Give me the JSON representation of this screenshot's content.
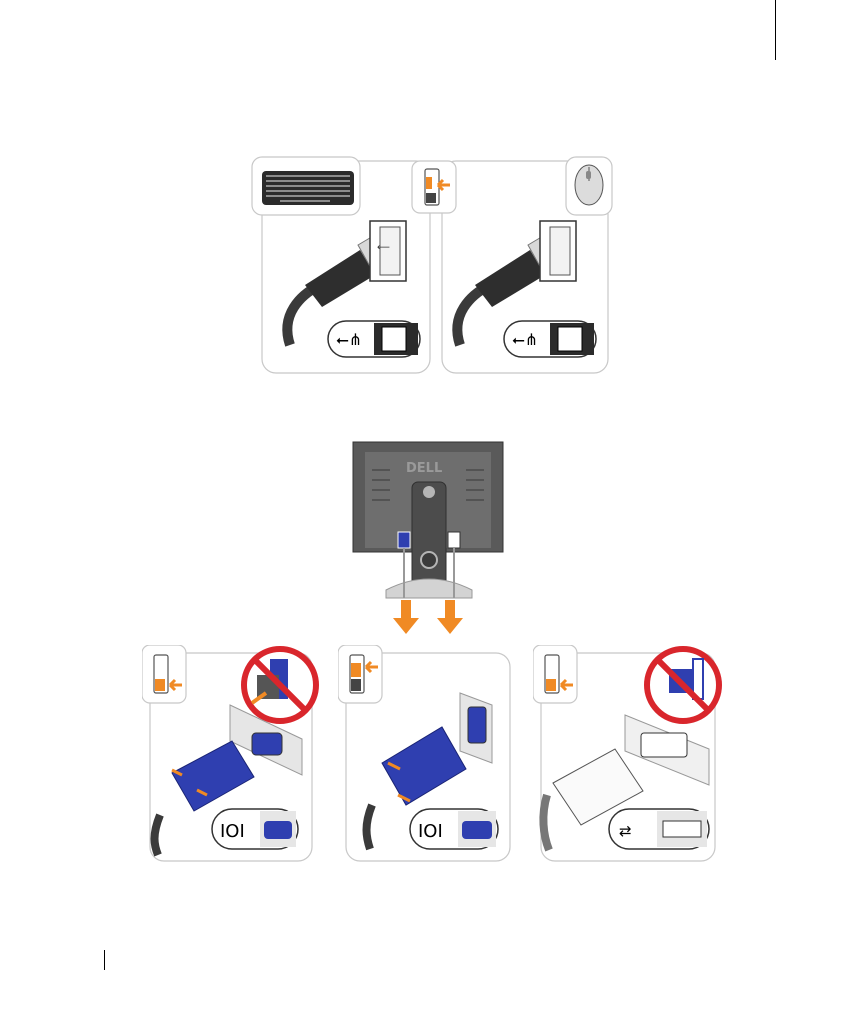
{
  "document": {
    "page_type": "illustration page",
    "figures": [
      {
        "name": "usb-keyboard-mouse-connection",
        "panels": [
          {
            "device": "keyboard-icon",
            "connector": "usb"
          },
          {
            "device": "mouse-icon",
            "connector": "usb"
          }
        ]
      },
      {
        "name": "monitor-connection",
        "brand": "DɆLL",
        "panels": [
          {
            "connector": "vga",
            "status": "not-allowed"
          },
          {
            "connector": "vga",
            "status": "allowed"
          },
          {
            "connector": "dvi",
            "status": "not-allowed"
          }
        ]
      }
    ],
    "icons": [
      "usb-icon",
      "vga-icon",
      "dvi-icon",
      "prohibited-icon",
      "arrow-down-icon",
      "orange-arrow-icon"
    ],
    "colors": {
      "orange": "#f08a24",
      "blue": "#2f3fb0",
      "dark_gray": "#3a3a3a",
      "mid_gray": "#8a8a8a",
      "light_gray": "#e6e6e6",
      "red": "#d9262c"
    }
  }
}
